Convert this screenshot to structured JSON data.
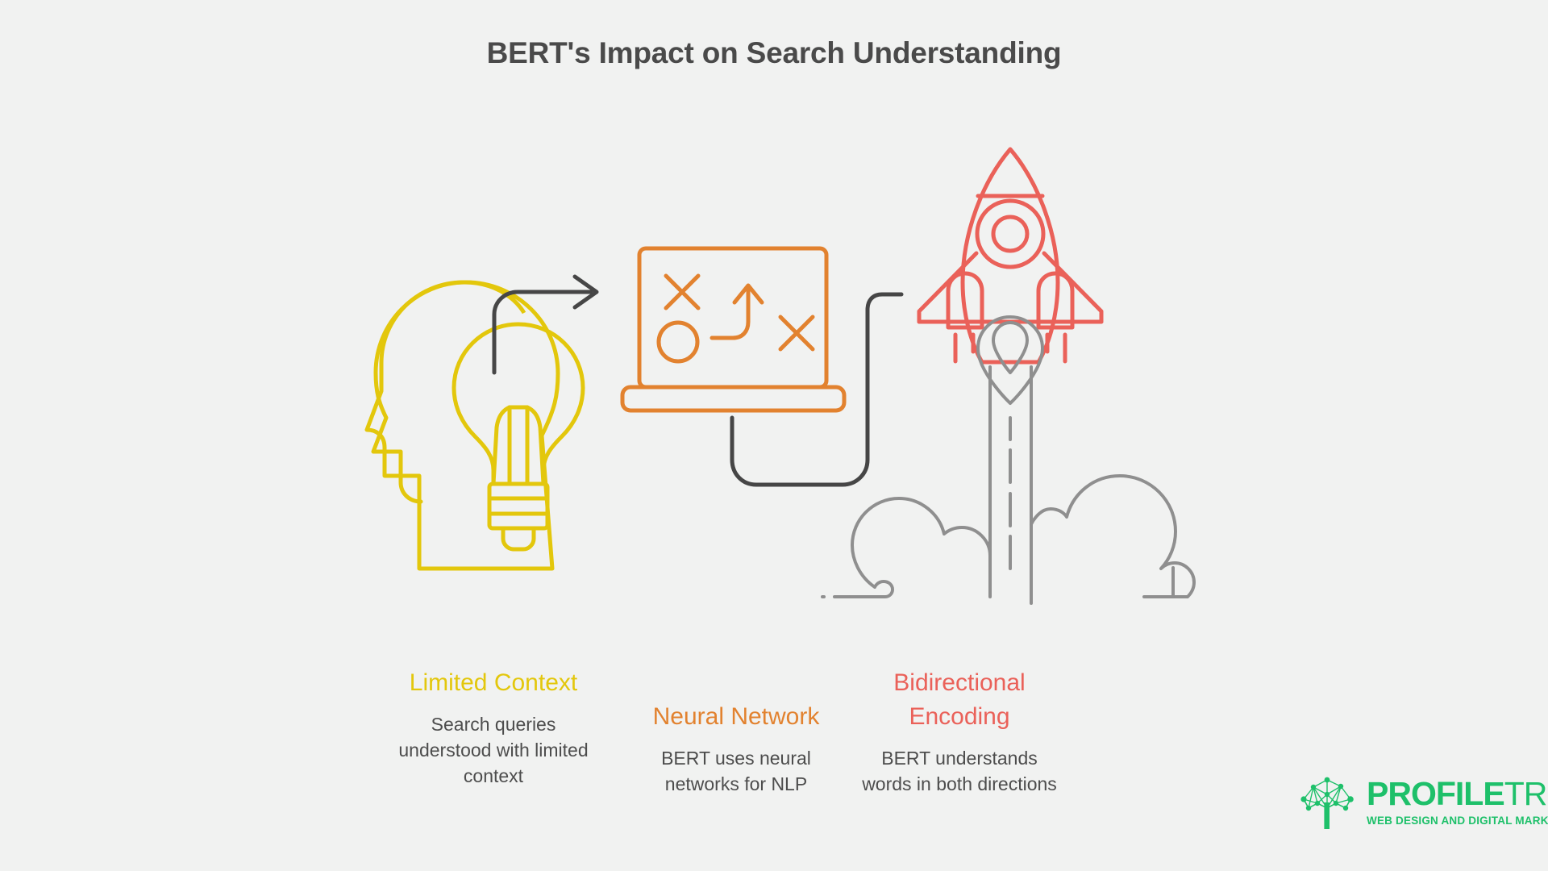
{
  "page": {
    "background_color": "#f1f2f1",
    "title": "BERT's Impact on Search Understanding",
    "title_color": "#4a4a4a"
  },
  "columns": [
    {
      "id": "limited-context",
      "heading": "Limited Context",
      "description": "Search queries understood with limited context",
      "color": "#e3c70c",
      "icon": "head-lightbulb-icon"
    },
    {
      "id": "neural-network",
      "heading": "Neural Network",
      "description": "BERT uses neural networks for NLP",
      "color": "#e2822f",
      "icon": "laptop-strategy-icon"
    },
    {
      "id": "bidirectional-encoding",
      "heading": "Bidirectional Encoding",
      "description": "BERT understands words in both directions",
      "color": "#ea6159",
      "icon": "rocket-launch-icon"
    }
  ],
  "connectors": [
    {
      "id": "head-to-laptop",
      "color": "#464646",
      "shape": "elbow-arrow-right"
    },
    {
      "id": "laptop-to-rocket",
      "color": "#464646",
      "shape": "u-turn-connector"
    }
  ],
  "illustration": {
    "head_color": "#e3c70c",
    "laptop_color": "#e2822f",
    "rocket_color": "#ea6159",
    "smoke_color": "#8f8f8f"
  },
  "logo": {
    "name_bold": "PROFILE",
    "name_light": "TREE",
    "tagline": "WEB DESIGN AND DIGITAL MARKETING",
    "color": "#1ec06a",
    "icon": "network-tree-icon"
  }
}
